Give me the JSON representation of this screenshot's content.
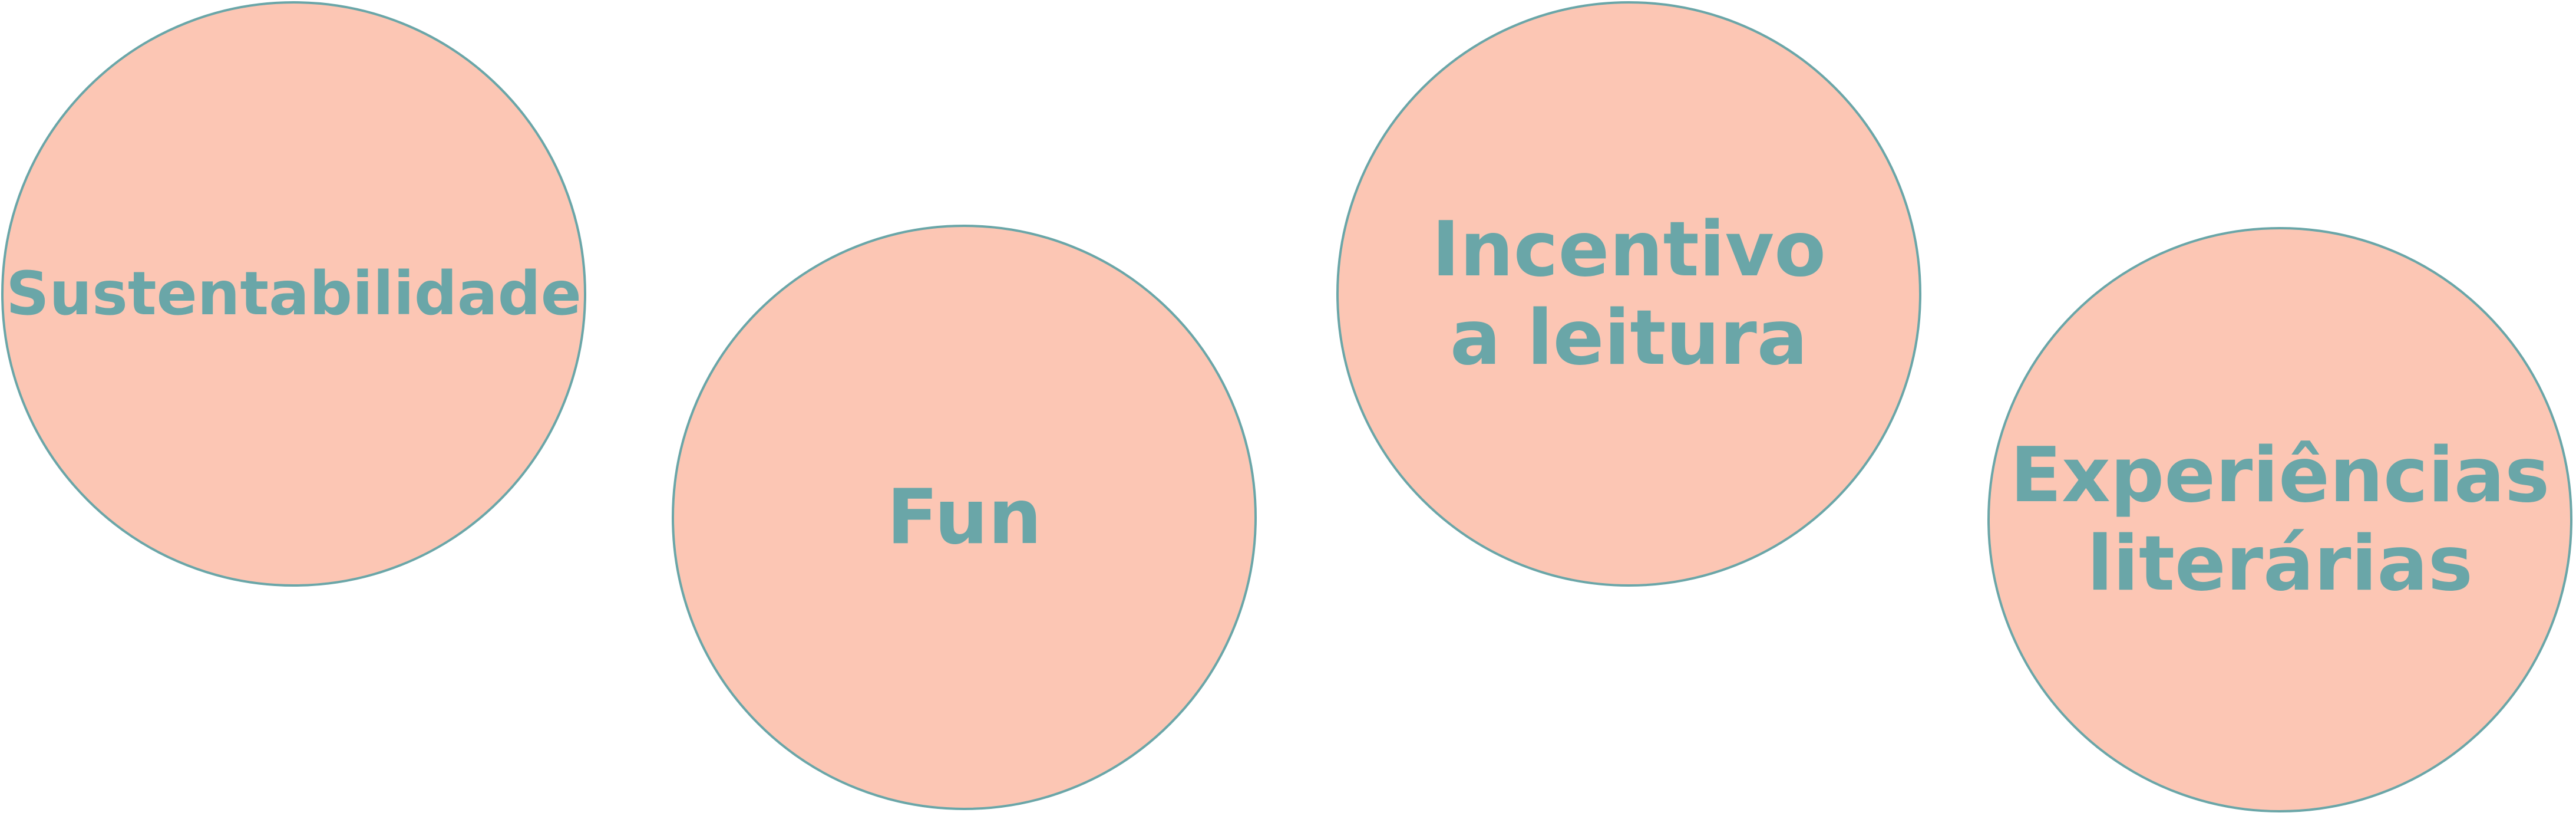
{
  "colors": {
    "circle_fill": "#fcc6b4",
    "circle_stroke": "#6aa6a8",
    "text": "#6aa6a8",
    "background": "#ffffff"
  },
  "circles": [
    {
      "lines": [
        "Sustentabilidade"
      ]
    },
    {
      "lines": [
        "Fun"
      ]
    },
    {
      "lines": [
        "Incentivo",
        "a leitura"
      ]
    },
    {
      "lines": [
        "Experiências",
        "literárias"
      ]
    }
  ]
}
